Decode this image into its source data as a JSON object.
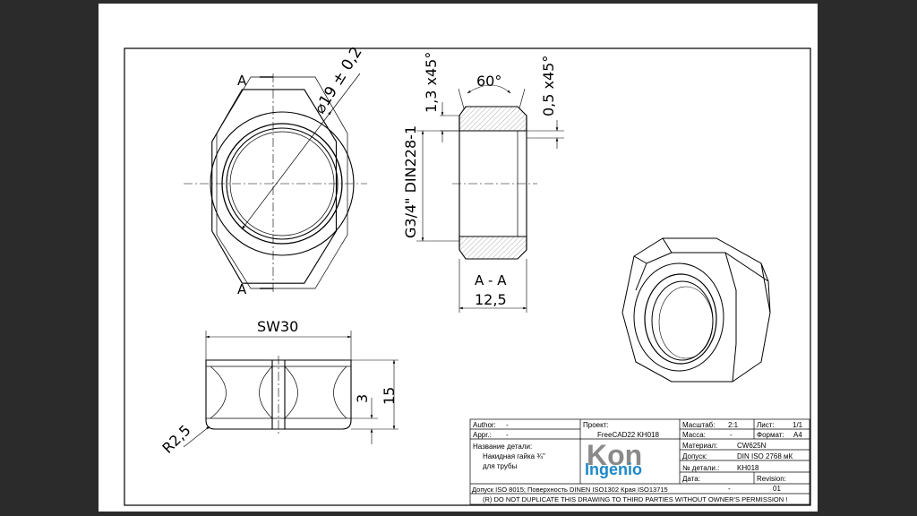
{
  "views": {
    "section_label_top": "A",
    "section_label_bottom": "A",
    "diameter_dim": "⌀19 ± 0,2",
    "chamfer_left": "1,3 x45°",
    "angle": "60°",
    "chamfer_right": "0,5 x45°",
    "thread": "G3/4\" DIN228-1",
    "section_caption": "A - A",
    "width_dim": "12,5",
    "across_flats": "SW30",
    "height_dim": "15",
    "flat_dim": "3",
    "radius_dim": "R2,5"
  },
  "title_block": {
    "author_label": "Author:",
    "author_value": "-",
    "appr_label": "Appr.:",
    "appr_value": "-",
    "project_label": "Проект:",
    "project_value": "FreeCAD22 KH018",
    "scale_label": "Масштаб:",
    "scale_value": "2:1",
    "sheet_label": "Лист:",
    "sheet_value": "1/1",
    "mass_label": "Масса:",
    "mass_value": "-",
    "format_label": "Формат:",
    "format_value": "A4",
    "part_name_label": "Название детали:",
    "part_name_line1": "Накидная гайка ¾\"",
    "part_name_line2": "для трубы",
    "material_label": "Материал:",
    "material_value": "CW625N",
    "tolerance_label": "Допуск:",
    "tolerance_value": "DIN ISO 2768 мК",
    "part_no_label": "№ детали.:",
    "part_no_value": "KH018",
    "date_label": "Дата:",
    "date_value": "-",
    "revision_label": "Revision:",
    "revision_value": "01",
    "logo_top": "Kon",
    "logo_bottom": "Ingenio",
    "tolerance_note": "Допуск ISO 8015; Поверхность DINEN ISO1302 Края ISO13715",
    "copyright": "(R) DO NOT DUPLICATE THIS DRAWING TO THIRD PARTIES WITHOUT OWNER'S PERMISSION !"
  },
  "colors": {
    "logo_dark": "#8a8a8a",
    "logo_blue": "#1e88c8",
    "hatch": "#b0b0b0"
  }
}
